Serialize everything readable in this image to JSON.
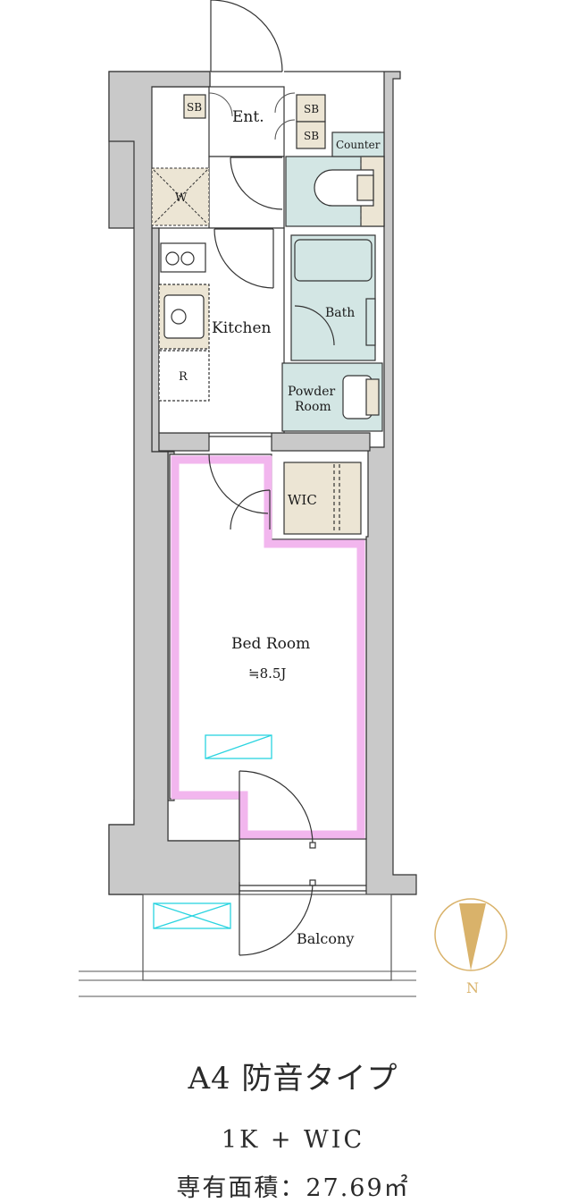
{
  "plan": {
    "title": "A4 防音タイプ",
    "layout_type": "1K + WIC",
    "area": "専有面積：27.69㎡"
  },
  "rooms": {
    "entrance": "Ent.",
    "shoe_box_left": "SB",
    "shoe_box_right_top": "SB",
    "shoe_box_right_bottom": "SB",
    "counter": "Counter",
    "washer": "W",
    "kitchen": "Kitchen",
    "fridge": "R",
    "bath": "Bath",
    "powder_line1": "Powder",
    "powder_line2": "Room",
    "wic": "WIC",
    "bedroom": "Bed Room",
    "bedroom_size": "≒8.5J",
    "balcony": "Balcony"
  },
  "compass": {
    "label": "N"
  },
  "colors": {
    "wall": "#c9c9c9",
    "wet_area": "#d3e6e4",
    "storage": "#ece5d4",
    "soundproof_outline": "#f2b6ee",
    "window_marker": "#2ad4e0",
    "compass": "#d9b26a"
  }
}
